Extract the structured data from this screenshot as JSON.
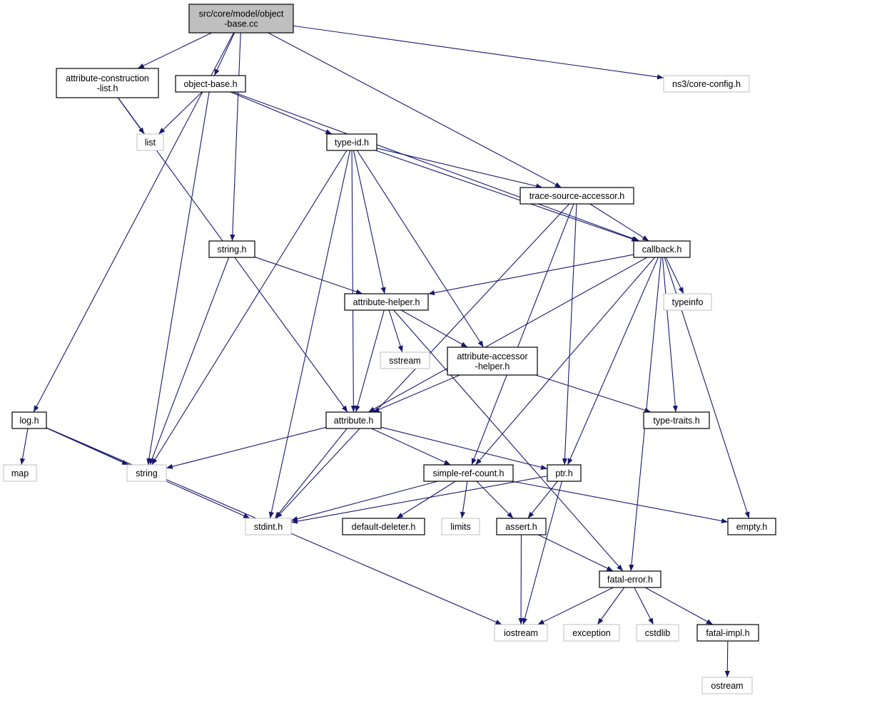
{
  "graph": {
    "edge_color": "#191970",
    "root_fill": "#bfbfbf",
    "external_border": "#bfbfbf",
    "nodes": [
      {
        "id": "root",
        "lines": [
          "src/core/model/object",
          "-base.cc"
        ],
        "kind": "root"
      },
      {
        "id": "acl",
        "lines": [
          "attribute-construction",
          "-list.h"
        ],
        "kind": "internal"
      },
      {
        "id": "objbase",
        "lines": [
          "object-base.h"
        ],
        "kind": "internal"
      },
      {
        "id": "coreconfig",
        "lines": [
          "ns3/core-config.h"
        ],
        "kind": "external"
      },
      {
        "id": "list",
        "lines": [
          "list"
        ],
        "kind": "external"
      },
      {
        "id": "typeid",
        "lines": [
          "type-id.h"
        ],
        "kind": "internal"
      },
      {
        "id": "tsa",
        "lines": [
          "trace-source-accessor.h"
        ],
        "kind": "internal"
      },
      {
        "id": "stringh",
        "lines": [
          "string.h"
        ],
        "kind": "internal"
      },
      {
        "id": "callback",
        "lines": [
          "callback.h"
        ],
        "kind": "internal"
      },
      {
        "id": "attrhelper",
        "lines": [
          "attribute-helper.h"
        ],
        "kind": "internal"
      },
      {
        "id": "typeinfo",
        "lines": [
          "typeinfo"
        ],
        "kind": "external"
      },
      {
        "id": "sstream",
        "lines": [
          "sstream"
        ],
        "kind": "external"
      },
      {
        "id": "aah",
        "lines": [
          "attribute-accessor",
          "-helper.h"
        ],
        "kind": "internal"
      },
      {
        "id": "log",
        "lines": [
          "log.h"
        ],
        "kind": "internal"
      },
      {
        "id": "attribute",
        "lines": [
          "attribute.h"
        ],
        "kind": "internal"
      },
      {
        "id": "typetraits",
        "lines": [
          "type-traits.h"
        ],
        "kind": "internal"
      },
      {
        "id": "map",
        "lines": [
          "map"
        ],
        "kind": "external"
      },
      {
        "id": "string",
        "lines": [
          "string"
        ],
        "kind": "external"
      },
      {
        "id": "src",
        "lines": [
          "simple-ref-count.h"
        ],
        "kind": "internal"
      },
      {
        "id": "ptr",
        "lines": [
          "ptr.h"
        ],
        "kind": "internal"
      },
      {
        "id": "stdint",
        "lines": [
          "stdint.h"
        ],
        "kind": "external"
      },
      {
        "id": "deleter",
        "lines": [
          "default-deleter.h"
        ],
        "kind": "internal"
      },
      {
        "id": "limits",
        "lines": [
          "limits"
        ],
        "kind": "external"
      },
      {
        "id": "assert",
        "lines": [
          "assert.h"
        ],
        "kind": "internal"
      },
      {
        "id": "empty",
        "lines": [
          "empty.h"
        ],
        "kind": "internal"
      },
      {
        "id": "fatalerror",
        "lines": [
          "fatal-error.h"
        ],
        "kind": "internal"
      },
      {
        "id": "iostream",
        "lines": [
          "iostream"
        ],
        "kind": "external"
      },
      {
        "id": "exception",
        "lines": [
          "exception"
        ],
        "kind": "external"
      },
      {
        "id": "cstdlib",
        "lines": [
          "cstdlib"
        ],
        "kind": "external"
      },
      {
        "id": "fatalimpl",
        "lines": [
          "fatal-impl.h"
        ],
        "kind": "internal"
      },
      {
        "id": "ostream",
        "lines": [
          "ostream"
        ],
        "kind": "external"
      }
    ],
    "edges": [
      [
        "root",
        "log"
      ],
      [
        "root",
        "acl"
      ],
      [
        "root",
        "objbase"
      ],
      [
        "root",
        "stringh"
      ],
      [
        "root",
        "tsa"
      ],
      [
        "root",
        "coreconfig"
      ],
      [
        "acl",
        "list"
      ],
      [
        "acl",
        "attribute"
      ],
      [
        "objbase",
        "list"
      ],
      [
        "objbase",
        "string"
      ],
      [
        "objbase",
        "typeid"
      ],
      [
        "objbase",
        "callback"
      ],
      [
        "typeid",
        "string"
      ],
      [
        "typeid",
        "stdint"
      ],
      [
        "typeid",
        "attribute"
      ],
      [
        "typeid",
        "attrhelper"
      ],
      [
        "typeid",
        "aah"
      ],
      [
        "typeid",
        "tsa"
      ],
      [
        "typeid",
        "callback"
      ],
      [
        "tsa",
        "stdint"
      ],
      [
        "tsa",
        "callback"
      ],
      [
        "tsa",
        "src"
      ],
      [
        "tsa",
        "ptr"
      ],
      [
        "stringh",
        "string"
      ],
      [
        "stringh",
        "attrhelper"
      ],
      [
        "callback",
        "attrhelper"
      ],
      [
        "callback",
        "typeinfo"
      ],
      [
        "callback",
        "typetraits"
      ],
      [
        "callback",
        "attribute"
      ],
      [
        "callback",
        "src"
      ],
      [
        "callback",
        "ptr"
      ],
      [
        "callback",
        "empty"
      ],
      [
        "callback",
        "fatalerror"
      ],
      [
        "attrhelper",
        "attribute"
      ],
      [
        "attrhelper",
        "sstream"
      ],
      [
        "attrhelper",
        "aah"
      ],
      [
        "attrhelper",
        "fatalerror"
      ],
      [
        "aah",
        "attribute"
      ],
      [
        "aah",
        "typetraits"
      ],
      [
        "log",
        "map"
      ],
      [
        "log",
        "string"
      ],
      [
        "log",
        "stdint"
      ],
      [
        "log",
        "iostream"
      ],
      [
        "attribute",
        "string"
      ],
      [
        "attribute",
        "stdint"
      ],
      [
        "attribute",
        "src"
      ],
      [
        "attribute",
        "ptr"
      ],
      [
        "src",
        "stdint"
      ],
      [
        "src",
        "deleter"
      ],
      [
        "src",
        "limits"
      ],
      [
        "src",
        "assert"
      ],
      [
        "src",
        "empty"
      ],
      [
        "ptr",
        "stdint"
      ],
      [
        "ptr",
        "assert"
      ],
      [
        "ptr",
        "iostream"
      ],
      [
        "assert",
        "iostream"
      ],
      [
        "assert",
        "fatalerror"
      ],
      [
        "fatalerror",
        "iostream"
      ],
      [
        "fatalerror",
        "exception"
      ],
      [
        "fatalerror",
        "cstdlib"
      ],
      [
        "fatalerror",
        "fatalimpl"
      ],
      [
        "fatalimpl",
        "ostream"
      ]
    ]
  }
}
